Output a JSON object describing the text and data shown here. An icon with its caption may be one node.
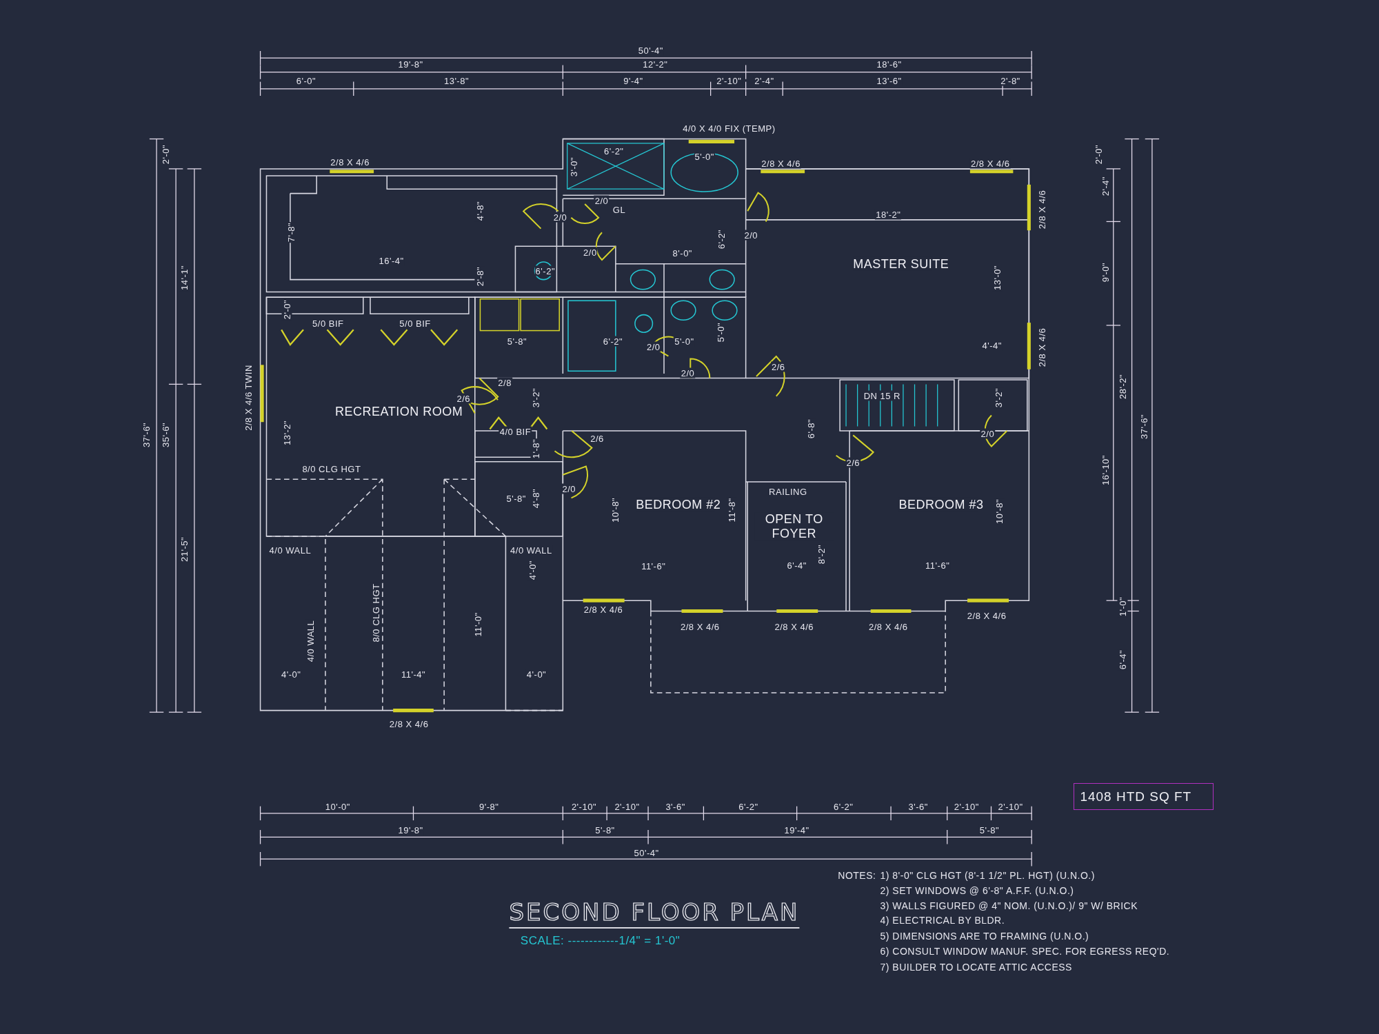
{
  "diagram": {
    "title": "SECOND FLOOR PLAN",
    "nodes": [
      {
        "text": [
          "RECREATION ROOM"
        ]
      },
      {
        "text": [
          "MASTER SUITE"
        ]
      },
      {
        "text": [
          "BEDROOM #2"
        ]
      },
      {
        "text": [
          "OPEN TO FOYER"
        ]
      },
      {
        "text": [
          "BEDROOM #3"
        ]
      },
      {
        "text": [
          "1408 HTD SQ FT"
        ]
      }
    ],
    "labels": [
      "50'-4\"",
      "19'-8\"",
      "12'-2\"",
      "18'-6\"",
      "6'-0\"",
      "13'-8\"",
      "9'-4\"",
      "2'-10\"",
      "2'-4\"",
      "13'-6\"",
      "2'-8\"",
      "4/0 X 4/0 FIX (TEMP)",
      "2/8 X 4/6",
      "6'-2\"",
      "5'-0\"",
      "2/8 X 4/6",
      "2/8 X 4/6",
      "3'-0\"",
      "2'-0\"",
      "14'-1\"",
      "37'-6\"",
      "35'-6\"",
      "21'-5\"",
      "7'-8\"",
      "4'-8\"",
      "16'-4\"",
      "2'-8\"",
      "2/0",
      "2/0",
      "GL",
      "2/0",
      "2/0",
      "8'-0\"",
      "6'-2\"",
      "6'-2\"",
      "18'-2\"",
      "2'-0\"",
      "2'-4\"",
      "9'-0\"",
      "28'-2\"",
      "37'-6\"",
      "16'-10\"",
      "1'-0\"",
      "6'-4\"",
      "2/8 X 4/6",
      "13'-0\"",
      "2/8 X 4/6",
      "4'-4\"",
      "2'-0\"",
      "5/0 BIF",
      "5/0 BIF",
      "5'-8\"",
      "6'-2\"",
      "5'-0\"",
      "5'-0\"",
      "2/0",
      "2/0",
      "2/6",
      "2/8 X 4/6 TWIN",
      "2/8",
      "2/6",
      "3'-2\"",
      "DN 15 R",
      "3'-2\"",
      "13'-2\"",
      "4/0 BIF",
      "1'-8\"",
      "2/6",
      "2/0",
      "6'-8\"",
      "2/6",
      "8/0 CLG HGT",
      "2/0",
      "RAILING",
      "5'-8\"",
      "4'-8\"",
      "10'-8\"",
      "11'-8\"",
      "10'-8\"",
      "8'-2\"",
      "4/0 WALL",
      "4/0 WALL",
      "4'-0\"",
      "11'-6\"",
      "6'-4\"",
      "11'-6\"",
      "8/0 CLG HGT",
      "2/8 X 4/6",
      "2/8 X 4/6",
      "11'-0\"",
      "2/8 X 4/6",
      "2/8 X 4/6",
      "2/8 X 4/6",
      "4/0 WALL",
      "4'-0\"",
      "11'-4\"",
      "4'-0\"",
      "2/8 X 4/6",
      "10'-0\"",
      "9'-8\"",
      "2'-10\"",
      "2'-10\"",
      "3'-6\"",
      "6'-2\"",
      "6'-2\"",
      "3'-6\"",
      "2'-10\"",
      "2'-10\"",
      "19'-8\"",
      "5'-8\"",
      "19'-4\"",
      "5'-8\"",
      "50'-4\"",
      "NOTES:",
      "1) 8'-0\" CLG HGT (8'-1 1/2\" PL. HGT) (U.N.O.)",
      "2) SET WINDOWS @ 6'-8\" A.F.F. (U.N.O.)",
      "3) WALLS FIGURED @ 4\" NOM. (U.N.O.)/ 9\" W/ BRICK",
      "4) ELECTRICAL BY BLDR.",
      "5) DIMENSIONS ARE TO FRAMING (U.N.O.)",
      "6) CONSULT WINDOW MANUF. SPEC. FOR EGRESS REQ'D.",
      "7) BUILDER TO LOCATE ATTIC ACCESS",
      "SCALE: ------------1/4\" = 1'-0\""
    ]
  }
}
